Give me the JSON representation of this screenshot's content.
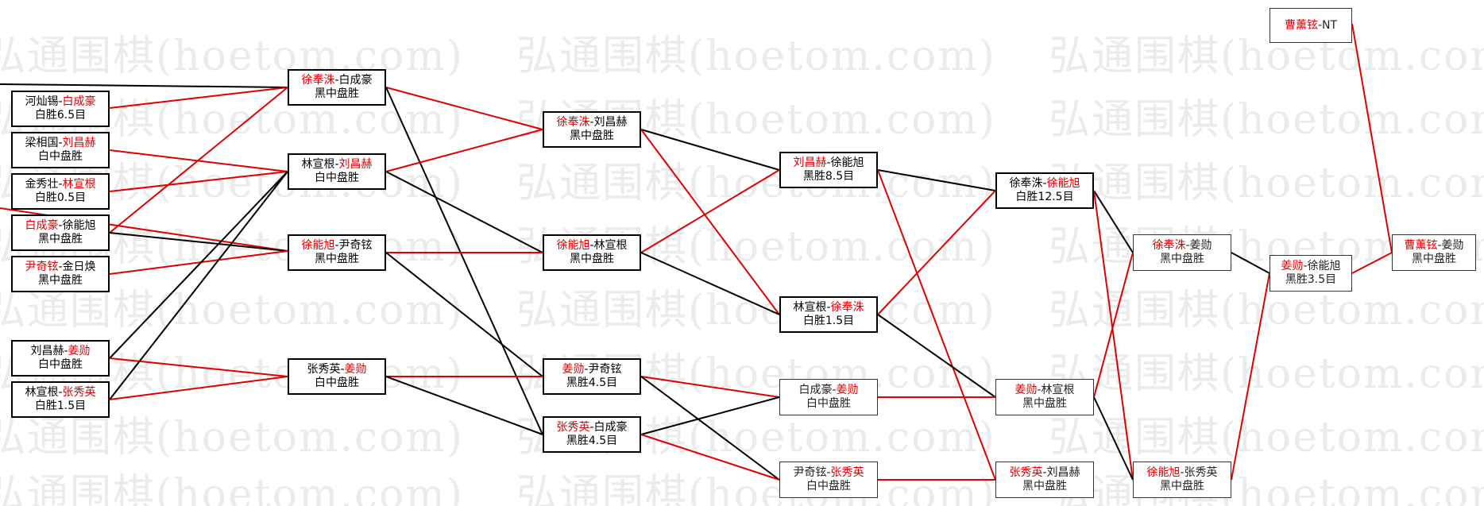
{
  "watermark": "弘通围棋(hoetom.com)",
  "colors": {
    "red": "#e00000",
    "black": "#000000"
  },
  "matches": {
    "m1": {
      "p1": "河灿锡",
      "p2": "白成豪",
      "winner": 2,
      "result": "白胜6.5目"
    },
    "m2": {
      "p1": "梁相国",
      "p2": "刘昌赫",
      "winner": 2,
      "result": "白中盘胜"
    },
    "m3": {
      "p1": "金秀壮",
      "p2": "林宣根",
      "winner": 2,
      "result": "白胜0.5目"
    },
    "m4": {
      "p1": "白成豪",
      "p2": "徐能旭",
      "winner": 1,
      "result": "黑中盘胜"
    },
    "m5": {
      "p1": "尹奇铉",
      "p2": "金日焕",
      "winner": 1,
      "result": "黑中盘胜"
    },
    "m6": {
      "p1": "刘昌赫",
      "p2": "姜勋",
      "winner": 2,
      "result": "白中盘胜"
    },
    "m7": {
      "p1": "林宣根",
      "p2": "张秀英",
      "winner": 2,
      "result": "白胜1.5目"
    },
    "m8": {
      "p1": "徐奉洙",
      "p2": "白成豪",
      "winner": 1,
      "result": "黑中盘胜"
    },
    "m9": {
      "p1": "林宣根",
      "p2": "刘昌赫",
      "winner": 2,
      "result": "白中盘胜"
    },
    "m10": {
      "p1": "徐能旭",
      "p2": "尹奇铉",
      "winner": 1,
      "result": "黑中盘胜"
    },
    "m11": {
      "p1": "张秀英",
      "p2": "姜勋",
      "winner": 2,
      "result": "白中盘胜"
    },
    "m12": {
      "p1": "徐奉洙",
      "p2": "刘昌赫",
      "winner": 1,
      "result": "黑中盘胜"
    },
    "m13": {
      "p1": "徐能旭",
      "p2": "林宣根",
      "winner": 1,
      "result": "黑中盘胜"
    },
    "m14": {
      "p1": "姜勋",
      "p2": "尹奇铉",
      "winner": 1,
      "result": "黑胜4.5目"
    },
    "m15": {
      "p1": "张秀英",
      "p2": "白成豪",
      "winner": 1,
      "result": "黑胜4.5目"
    },
    "m16": {
      "p1": "刘昌赫",
      "p2": "徐能旭",
      "winner": 1,
      "result": "黑胜8.5目"
    },
    "m17": {
      "p1": "林宣根",
      "p2": "徐奉洙",
      "winner": 2,
      "result": "白胜1.5目"
    },
    "m18": {
      "p1": "白成豪",
      "p2": "姜勋",
      "winner": 2,
      "result": "白中盘胜"
    },
    "m19": {
      "p1": "尹奇铉",
      "p2": "张秀英",
      "winner": 2,
      "result": "白中盘胜"
    },
    "m20": {
      "p1": "徐奉洙",
      "p2": "徐能旭",
      "winner": 2,
      "result": "白胜12.5目"
    },
    "m21": {
      "p1": "姜勋",
      "p2": "林宣根",
      "winner": 1,
      "result": "黑中盘胜"
    },
    "m22": {
      "p1": "张秀英",
      "p2": "刘昌赫",
      "winner": 1,
      "result": "黑中盘胜"
    },
    "m23": {
      "p1": "徐奉洙",
      "p2": "姜勋",
      "winner": 1,
      "result": "黑中盘胜"
    },
    "m24": {
      "p1": "徐能旭",
      "p2": "张秀英",
      "winner": 1,
      "result": "黑中盘胜"
    },
    "m25": {
      "p1": "姜勋",
      "p2": "徐能旭",
      "winner": 1,
      "result": "黑胜3.5目"
    },
    "m26": {
      "p1": "曹薰铉",
      "p2": "NT",
      "winner": 1,
      "result": ""
    },
    "m27": {
      "p1": "曹薰铉",
      "p2": "姜勋",
      "winner": 1,
      "result": "黑中盘胜"
    }
  }
}
